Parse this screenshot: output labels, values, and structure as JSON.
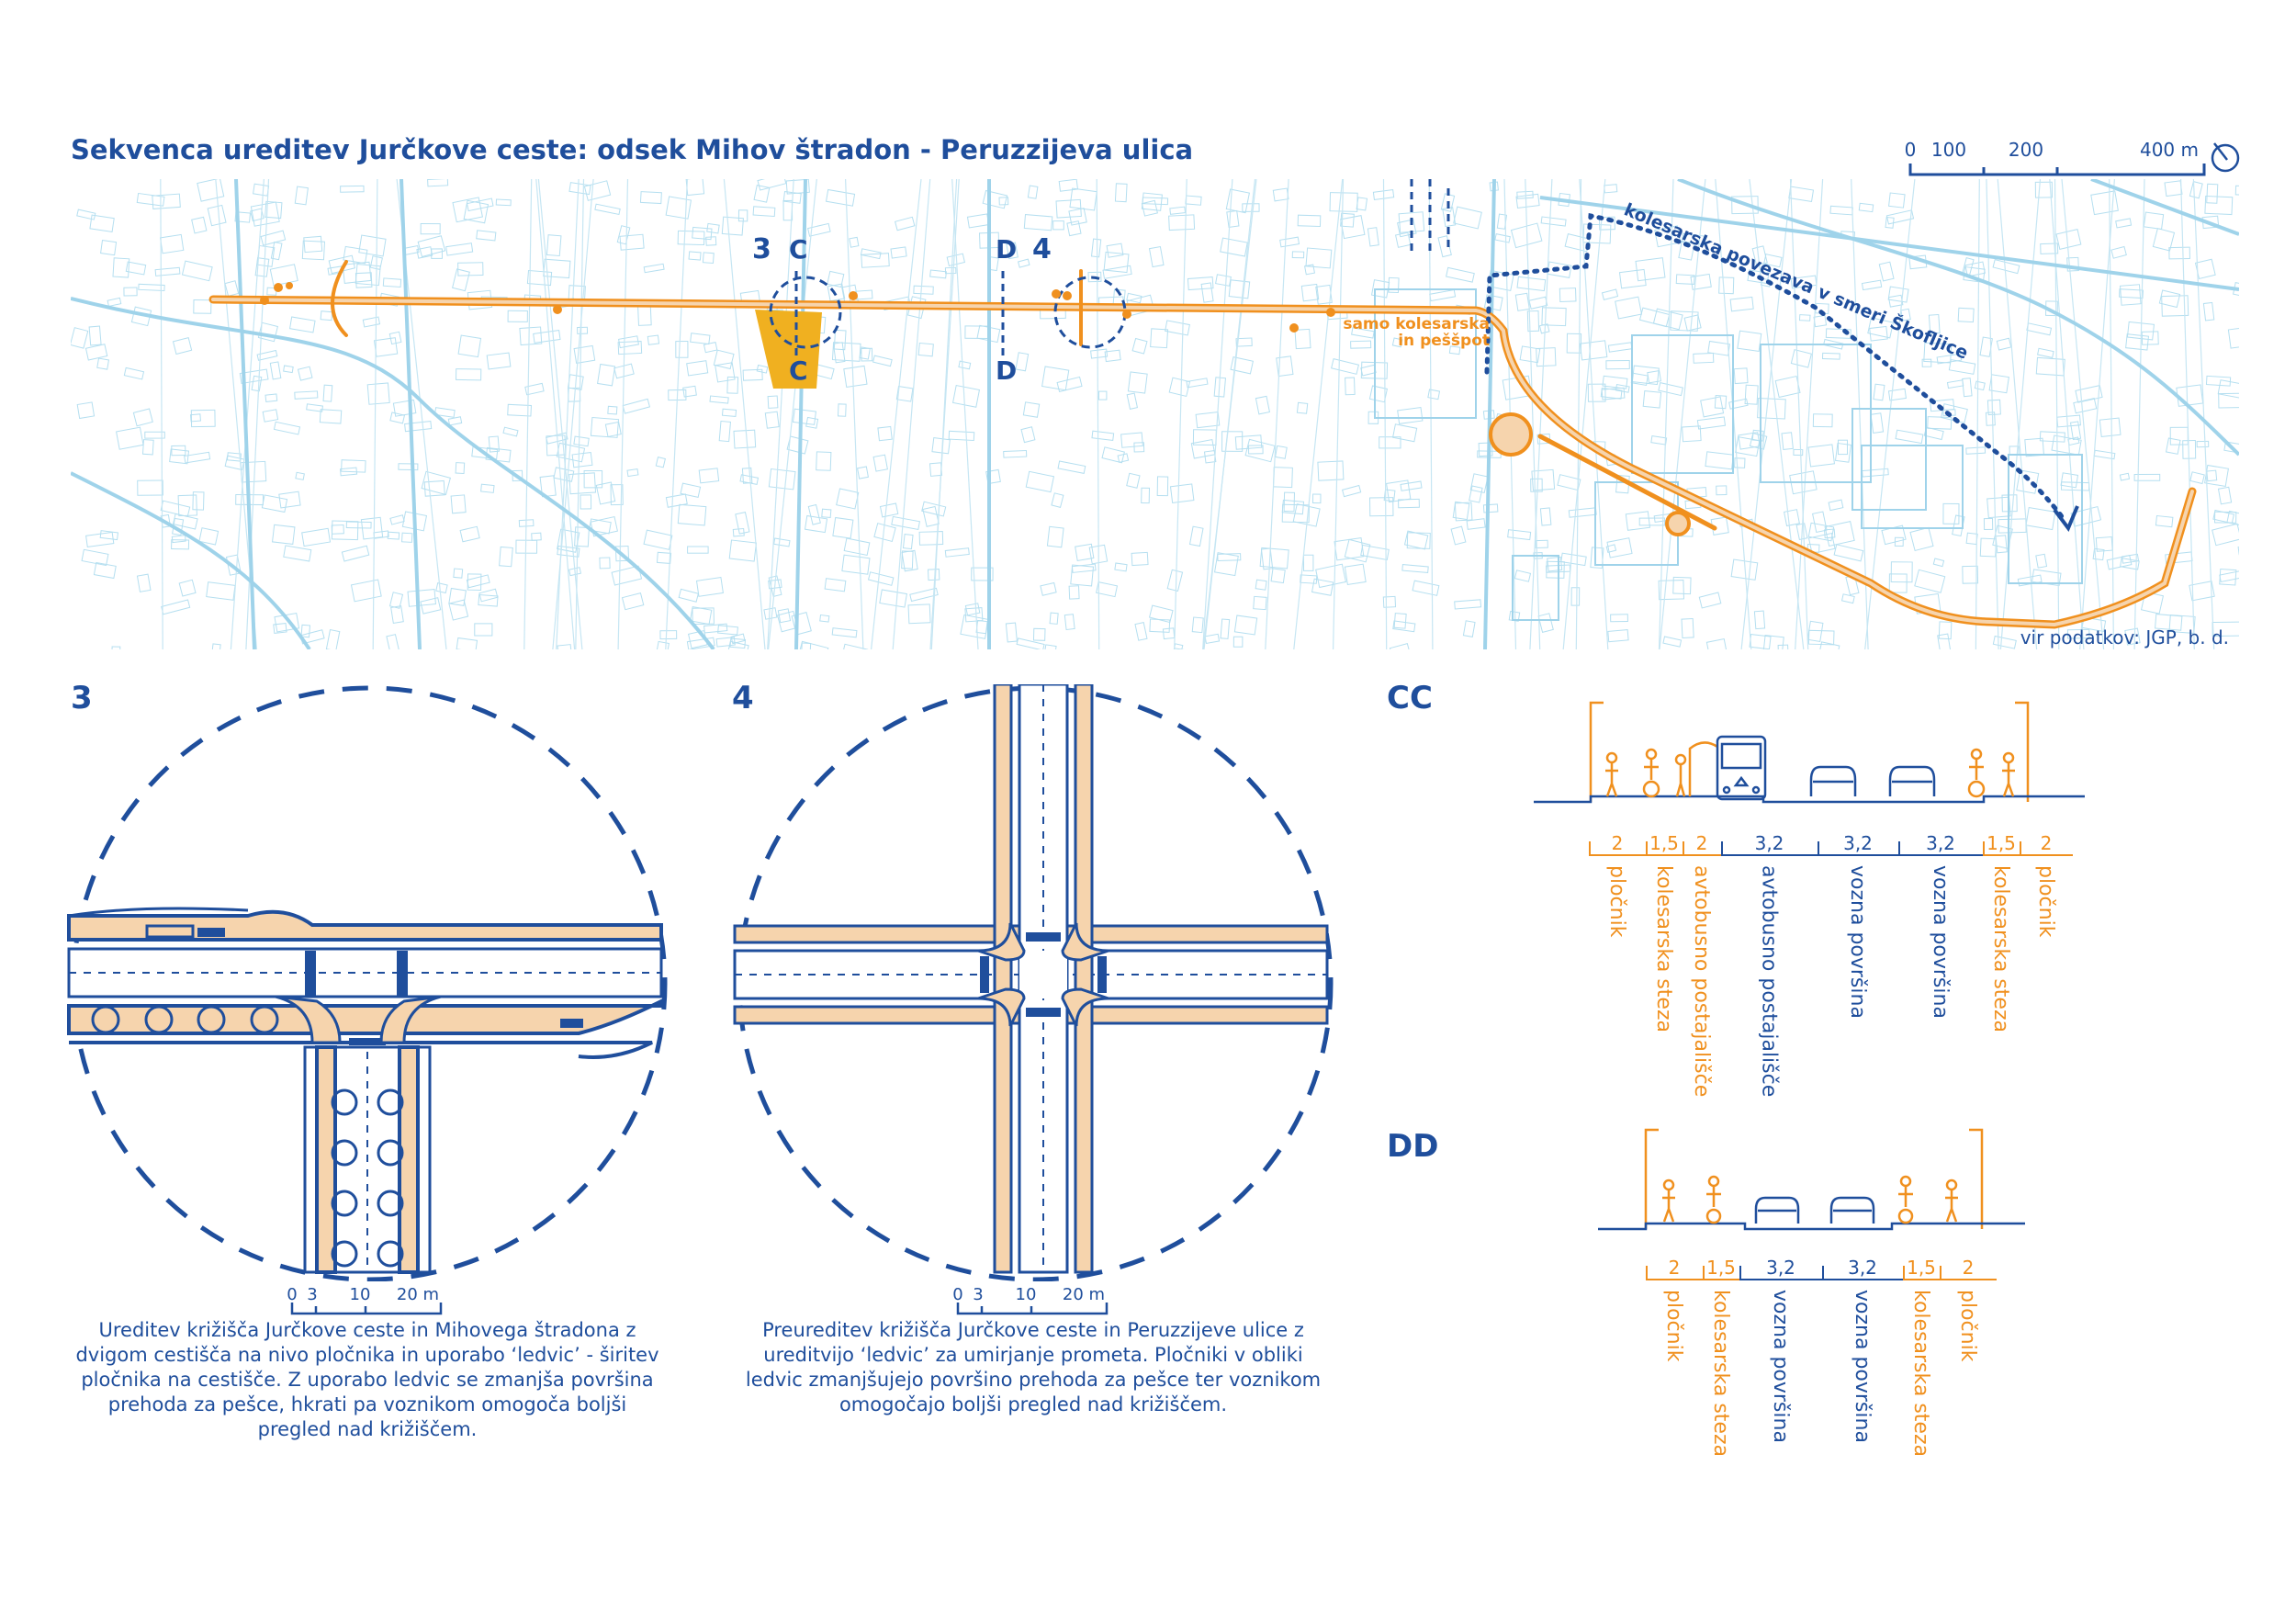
{
  "title": "Sekvenca ureditev Jurčkove ceste: odsek Mihov štradon - Peruzzijeva ulica",
  "scale_bar": {
    "ticks": [
      "0",
      "100",
      "200",
      "400 m"
    ]
  },
  "map": {
    "labels": {
      "marker3": "3",
      "marker4": "4",
      "sectionC": "C",
      "sectionD": "D",
      "bike_ped": "samo kolesarska\nin peššpot",
      "bike_link": "kolesarska povezava v smeri Škofljice"
    },
    "source": "vir podatkov: JGP, b. d."
  },
  "panel3": {
    "label": "3",
    "scale": [
      "0",
      "3",
      "10",
      "20 m"
    ],
    "caption": "Ureditev križišča Jurčkove ceste in Mihovega štradona z dvigom cestišča na nivo pločnika in uporabo ‘ledvic’ - širitev pločnika na cestišče. Z uporabo ledvic se zmanjša površina prehoda za pešce, hkrati pa voznikom omogoča boljši pregled nad križiščem."
  },
  "panel4": {
    "label": "4",
    "scale": [
      "0",
      "3",
      "10",
      "20 m"
    ],
    "caption": "Preureditev križišča Jurčkove ceste in Peruzzijeve ulice z ureditvijo ‘ledvic’ za umirjanje prometa. Pločniki v obliki ledvic zmanjšujejo površino prehoda za pešce ter voznikom omogočajo boljši pregled nad križiščem."
  },
  "sectionCC": {
    "label": "CC",
    "widths": [
      "2",
      "1,5",
      "2",
      "3,2",
      "3,2",
      "3,2",
      "1,5",
      "2"
    ],
    "names": [
      "pločnik",
      "kolesarska steza",
      "avtobusno postajališče",
      "avtobusno postajališče",
      "vozna površina",
      "vozna površina",
      "kolesarska steza",
      "pločnik"
    ],
    "kinds": [
      "o",
      "o",
      "o",
      "b",
      "b",
      "b",
      "o",
      "o"
    ]
  },
  "sectionDD": {
    "label": "DD",
    "widths": [
      "2",
      "1,5",
      "3,2",
      "3,2",
      "1,5",
      "2"
    ],
    "names": [
      "pločnik",
      "kolesarska steza",
      "vozna površina",
      "vozna površina",
      "kolesarska steza",
      "pločnik"
    ],
    "kinds": [
      "o",
      "o",
      "b",
      "b",
      "o",
      "o"
    ]
  },
  "colors": {
    "blue": "#1f4e9c",
    "orange": "#f0901e",
    "lightblue": "#9fd3ea",
    "sand": "#f6d4ad",
    "gold": "#f0b020"
  }
}
